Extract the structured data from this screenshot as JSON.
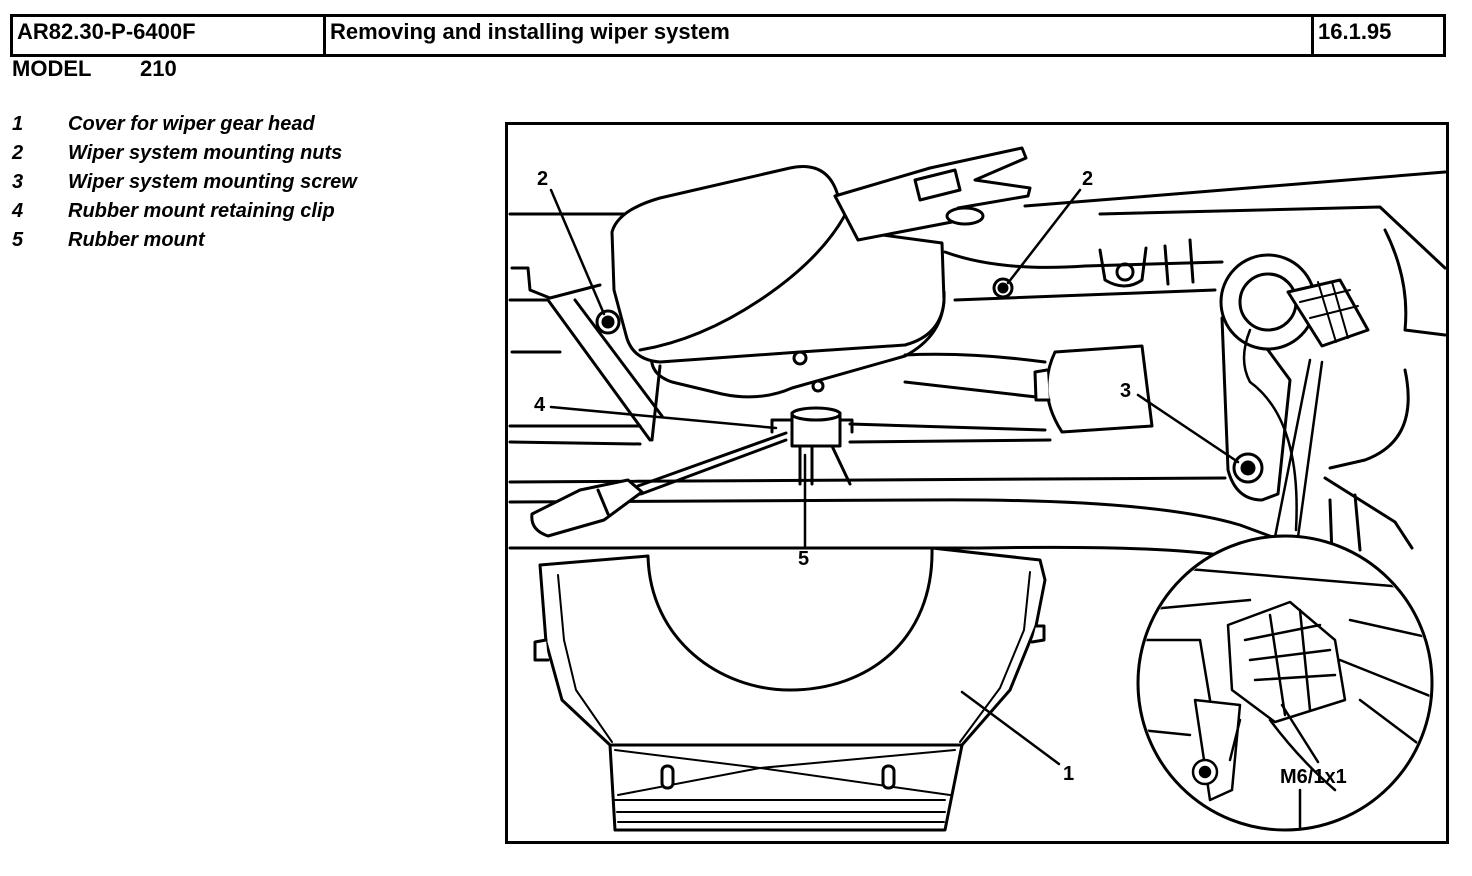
{
  "header": {
    "doc_id": "AR82.30-P-6400F",
    "title": "Removing and installing wiper system",
    "date": "16.1.95"
  },
  "model": {
    "label": "MODEL",
    "value": "210"
  },
  "legend": [
    {
      "num": "1",
      "text": "Cover for wiper gear head"
    },
    {
      "num": "2",
      "text": "Wiper system mounting nuts"
    },
    {
      "num": "3",
      "text": "Wiper system mounting screw"
    },
    {
      "num": "4",
      "text": "Rubber mount retaining clip"
    },
    {
      "num": "5",
      "text": "Rubber mount"
    }
  ],
  "figure": {
    "callouts": [
      {
        "label": "2"
      },
      {
        "label": "2"
      },
      {
        "label": "4"
      },
      {
        "label": "3"
      },
      {
        "label": "5"
      },
      {
        "label": "1"
      },
      {
        "label": "M6/1x1"
      }
    ]
  },
  "colors": {
    "ink": "#000000",
    "paper": "#ffffff"
  }
}
